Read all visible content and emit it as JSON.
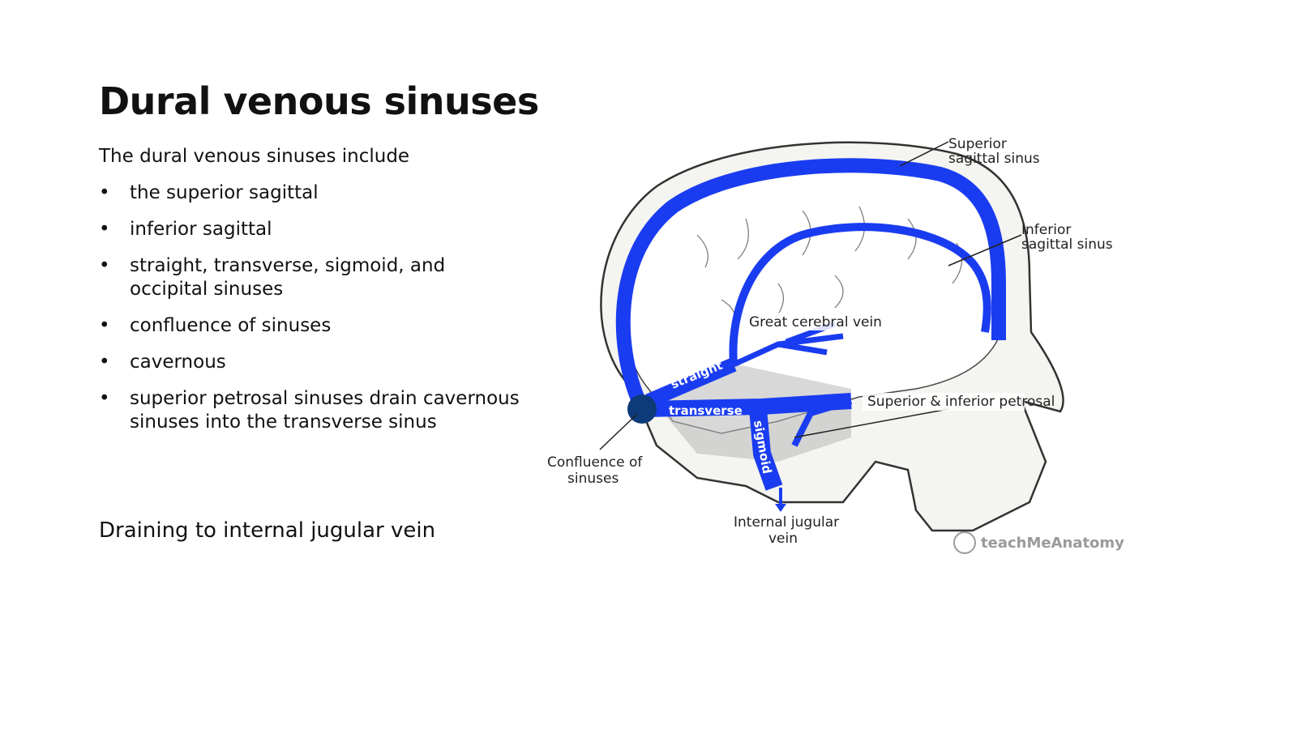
{
  "slide": {
    "title": "Dural venous sinuses",
    "intro": "The dural venous sinuses include",
    "bullets": [
      "the superior sagittal",
      "inferior sagittal",
      "straight, transverse, sigmoid, and occipital sinuses",
      "confluence of sinuses",
      "cavernous",
      "superior petrosal sinuses drain cavernous sinuses into the transverse sinus"
    ],
    "footer": "Draining to internal jugular vein"
  },
  "diagram": {
    "labels": {
      "superior_sagittal_1": "Superior",
      "superior_sagittal_2": "sagittal sinus",
      "inferior_sagittal_1": "Inferior",
      "inferior_sagittal_2": "sagittal sinus",
      "great_cerebral_vein": "Great cerebral vein",
      "petrosal": "Superior & inferior petrosal",
      "confluence_1": "Confluence of",
      "confluence_2": "sinuses",
      "jugular_1": "Internal jugular",
      "jugular_2": "vein",
      "straight": "straight",
      "transverse": "transverse",
      "sigmoid": "sigmoid"
    },
    "watermark": "teachMeAnatomy",
    "colors": {
      "sinus": "#1a3cf0",
      "confluence": "#0d3a78",
      "bone": "#f4f4f0",
      "outline": "#333333"
    }
  }
}
